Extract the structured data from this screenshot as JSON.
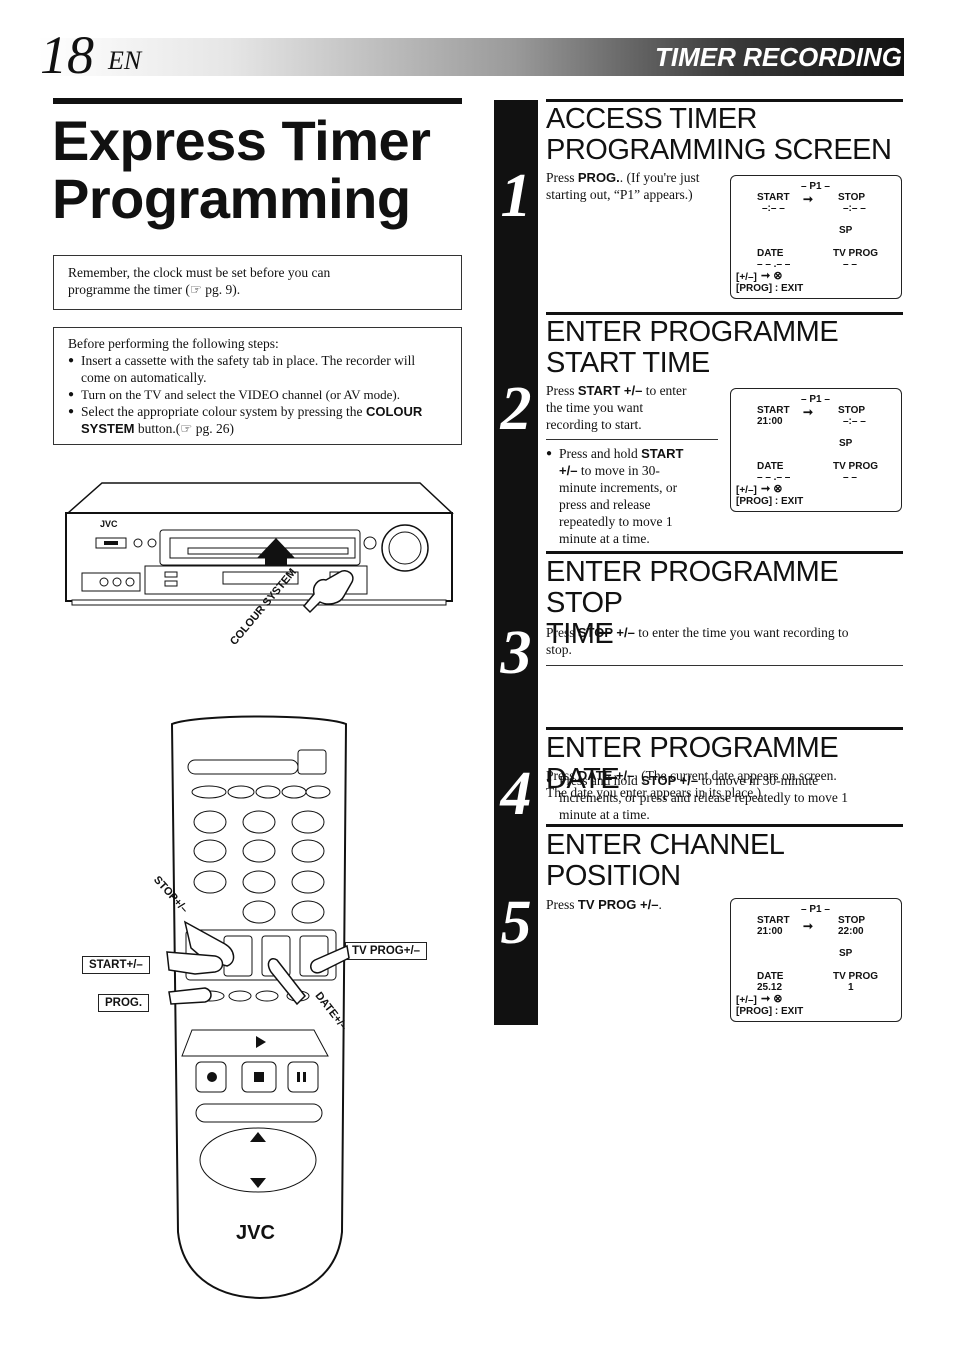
{
  "header": {
    "page_number": "18",
    "language": "EN",
    "section": "TIMER RECORDING"
  },
  "title": {
    "line1": "Express Timer",
    "line2": "Programming"
  },
  "note": {
    "text1": "Remember, the clock must be set before you can",
    "text2": "programme the timer (☞ pg. 9)."
  },
  "prep": {
    "intro": "Before performing the following steps:",
    "items": [
      "Insert a cassette with the safety tab in place. The recorder will come on automatically.",
      "Turn on the TV and select the VIDEO channel (or AV mode).",
      "Select the appropriate colour system by pressing the "
    ],
    "item3_bold": "COLOUR SYSTEM",
    "item3_tail": " button.(☞ pg. 26)"
  },
  "illustration": {
    "vcr_brand": "JVC",
    "colour_system_label": "COLOUR SYSTEM",
    "remote_brand": "JVC",
    "labels": {
      "stop": "STOP+/–",
      "start": "START+/–",
      "prog": "PROG.",
      "tvprog": "TV PROG+/–",
      "date": "DATE+/–"
    }
  },
  "steps": [
    {
      "num": "1",
      "heading1": "ACCESS TIMER",
      "heading2": "PROGRAMMING SCREEN",
      "press": "Press ",
      "bold": "PROG.",
      "rest1": ". (If you're just",
      "rest2": "starting out, “P1” appears.)"
    },
    {
      "num": "2",
      "heading1": "ENTER PROGRAMME",
      "heading2": "START TIME",
      "line1a": "Press ",
      "line1b": "START +/–",
      "line1c": " to enter",
      "line2": "the time you want",
      "line3": "recording to start.",
      "bullet_a": "Press and hold ",
      "bullet_b": "START",
      "bullet_c": "+/–",
      "bullet_d": " to move in 30-",
      "bullet_e": "minute increments, or",
      "bullet_f": "press and release",
      "bullet_g": "repeatedly to move 1",
      "bullet_h": "minute at a time."
    },
    {
      "num": "3",
      "heading1": "ENTER PROGRAMME STOP",
      "heading2": "TIME",
      "l1a": "Press ",
      "l1b": "STOP +/–",
      "l1c": " to enter the time you want recording to",
      "l2": "stop.",
      "b1a": "Press and hold ",
      "b1b": "STOP +/–",
      "b1c": " to move in 30-minute",
      "b2": "increments, or press and release repeatedly to move 1",
      "b3": "minute at a time."
    },
    {
      "num": "4",
      "heading1": "ENTER PROGRAMME DATE",
      "l1a": "Press ",
      "l1b": "DATE +/–",
      "l1c": ". (The current date appears on screen.",
      "l2": "The date you enter appears in its place.)"
    },
    {
      "num": "5",
      "heading1": "ENTER CHANNEL",
      "heading2": "POSITION",
      "l1a": "Press ",
      "l1b": "TV PROG +/–",
      "l1c": "."
    }
  ],
  "osd": [
    {
      "p": "– P1 –",
      "start": "START",
      "start_val": "–:– –",
      "stop": "STOP",
      "stop_val": "–:– –",
      "sp": "SP",
      "date": "DATE",
      "date_val": "– – .– –",
      "tvprog": "TV PROG",
      "tvprog_val": "– –",
      "hint1": "[+/–]",
      "hint2": "[PROG] : EXIT"
    },
    {
      "p": "– P1 –",
      "start": "START",
      "start_val": "21:00",
      "stop": "STOP",
      "stop_val": "–:– –",
      "sp": "SP",
      "date": "DATE",
      "date_val": "– – .– –",
      "tvprog": "TV PROG",
      "tvprog_val": "– –",
      "hint1": "[+/–]",
      "hint2": "[PROG] : EXIT"
    },
    {
      "p": "– P1 –",
      "start": "START",
      "start_val": "21:00",
      "stop": "STOP",
      "stop_val": "22:00",
      "sp": "SP",
      "date": "DATE",
      "date_val": "25.12",
      "tvprog": "TV PROG",
      "tvprog_val": "1",
      "hint1": "[+/–]",
      "hint2": "[PROG] : EXIT"
    }
  ]
}
